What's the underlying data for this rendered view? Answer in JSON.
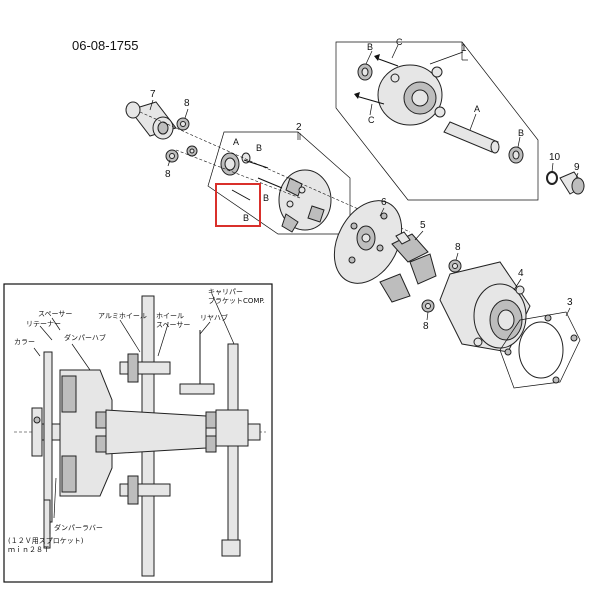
{
  "doc_number": "06-08-1755",
  "part_numbers": [
    "1",
    "2",
    "3",
    "4",
    "5",
    "6",
    "7",
    "8",
    "9",
    "10"
  ],
  "callouts": {
    "a": "A",
    "b": "B",
    "c": "C"
  },
  "highlight_color": "#d9302b",
  "inset_labels": {
    "spacer": "スペーサー",
    "retainer": "リテーナー",
    "aluminum_wheel": "アルミホイール",
    "wheel_spacer_1": "ホイール",
    "wheel_spacer_2": "スペーサー",
    "damper_hub": "ダンパーハブ",
    "rear_hub": "リヤハブ",
    "collar": "カラー",
    "caliper_bracket_1": "キャリパー",
    "caliper_bracket_2": "ブラケットCOMP.",
    "damper_rubber": "ダンパーラバー",
    "sprocket_note_1": "(１２Ｖ用スプロケット)",
    "sprocket_note_2": "ｍｉｎ２８Ｔ"
  }
}
